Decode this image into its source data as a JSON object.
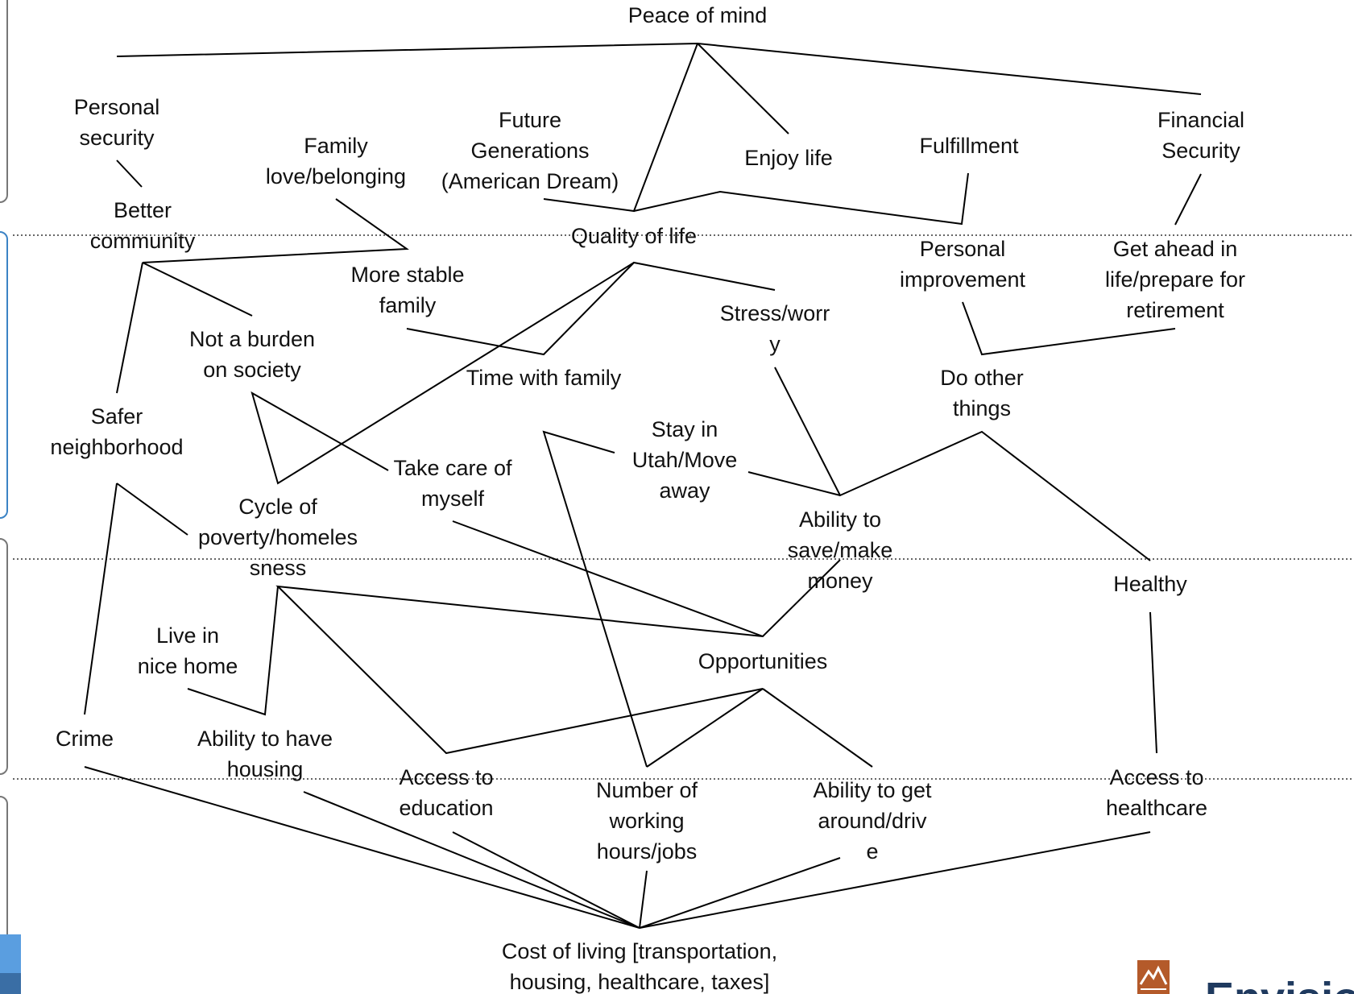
{
  "colors": {
    "line": "#000000",
    "divider": "#666666",
    "text": "#111111",
    "frame_accent": "#3b83c5",
    "logo": "#b45a2a",
    "logo_text": "#1f3a5f"
  },
  "nodes": {
    "peace_of_mind": "Peace of mind",
    "personal_security": "Personal\nsecurity",
    "family_love": "Family\nlove/belonging",
    "future_generations": "Future\nGenerations\n(American Dream)",
    "enjoy_life": "Enjoy life",
    "fulfillment": "Fulfillment",
    "financial_security": "Financial\nSecurity",
    "better_community": "Better\ncommunity",
    "quality_of_life": "Quality of life",
    "personal_improvement": "Personal\nimprovement",
    "get_ahead": "Get ahead in\nlife/prepare for\nretirement",
    "more_stable_family": "More stable\nfamily",
    "stress_worry": "Stress/worr\ny",
    "not_a_burden": "Not a burden\non society",
    "time_with_family": "Time with family",
    "do_other_things": "Do other\nthings",
    "safer_neighborhood": "Safer\nneighborhood",
    "stay_in_utah": "Stay in\nUtah/Move\naway",
    "take_care": "Take care of\nmyself",
    "cycle_of_poverty": "Cycle of\npoverty/homeles\nsness",
    "ability_to_save": "Ability to\nsave/make\nmoney",
    "healthy": "Healthy",
    "live_in_nice_home": "Live in\nnice home",
    "opportunities": "Opportunities",
    "crime": "Crime",
    "ability_housing": "Ability to have\nhousing",
    "access_education": "Access to\neducation",
    "working_hours": "Number of\nworking\nhours/jobs",
    "get_around": "Ability to get\naround/driv\ne",
    "access_healthcare": "Access to\nhealthcare",
    "cost_of_living": "Cost of living [transportation,\nhousing, healthcare, taxes]"
  },
  "logo": {
    "text": "Envision",
    "icon": "mountain-logo-icon"
  }
}
